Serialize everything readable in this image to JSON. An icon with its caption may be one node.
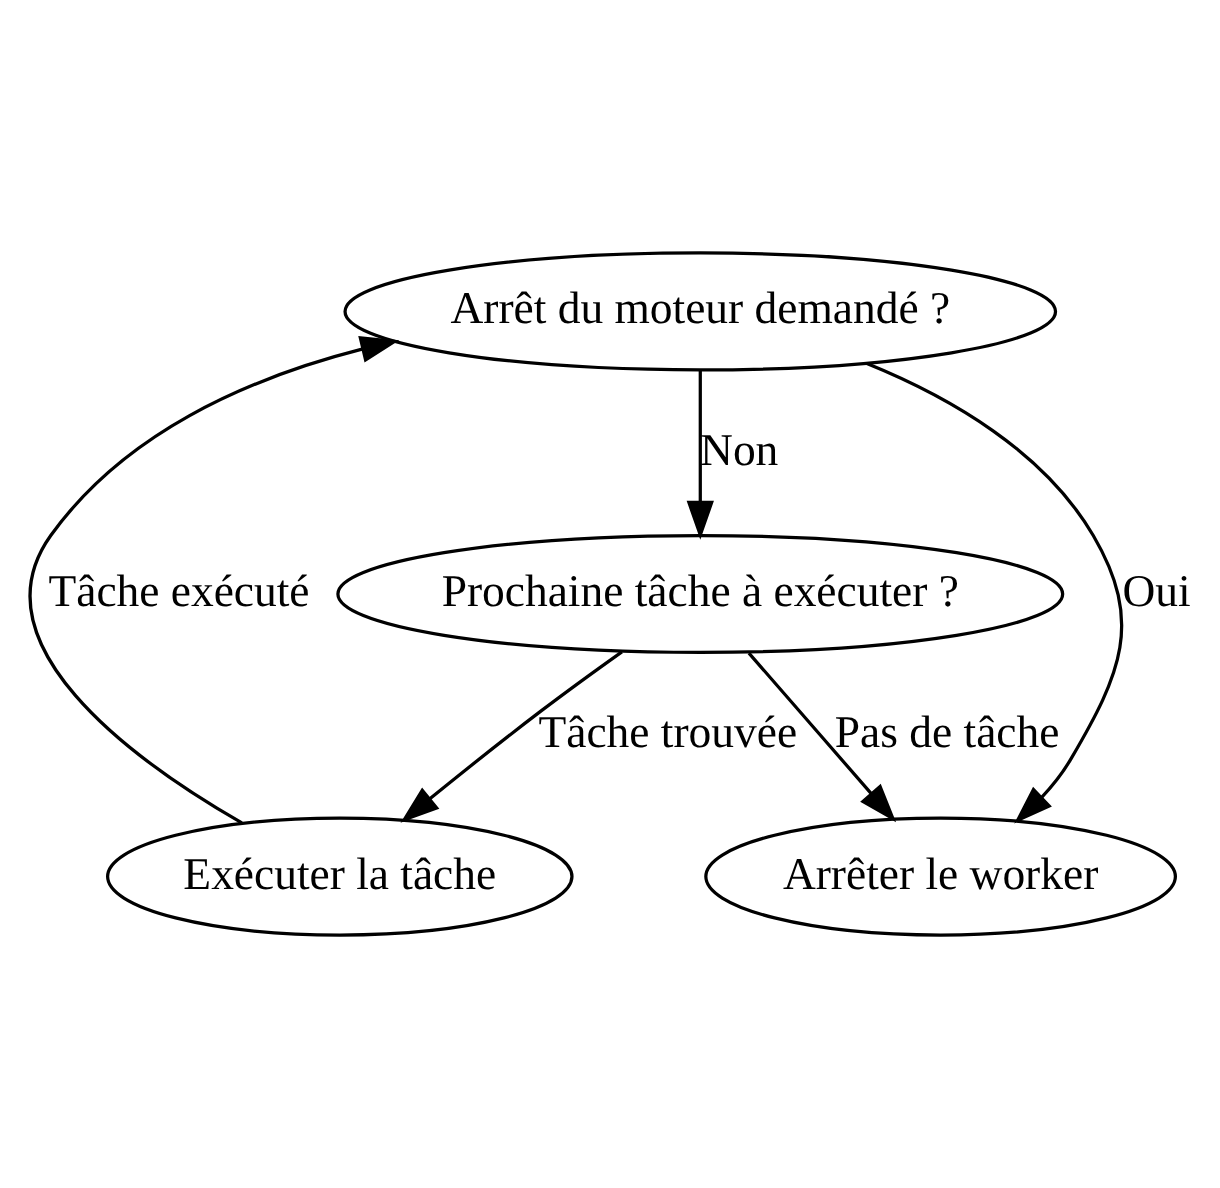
{
  "diagram": {
    "nodes": [
      {
        "text": [
          "Arrêt du moteur demandé ?"
        ]
      },
      {
        "text": [
          "Prochaine tâche à exécuter ?"
        ]
      },
      {
        "text": [
          "Exécuter la tâche"
        ]
      },
      {
        "text": [
          "Arrêter le worker"
        ]
      }
    ],
    "edges": [
      {
        "from": 0,
        "to": 1,
        "arrow": "to",
        "label": "Non"
      },
      {
        "from": 0,
        "to": 3,
        "arrow": "to",
        "label": "Oui"
      },
      {
        "from": 1,
        "to": 2,
        "arrow": "to",
        "label": "Tâche trouvée"
      },
      {
        "from": 1,
        "to": 3,
        "arrow": "to",
        "label": "Pas de tâche"
      },
      {
        "from": 2,
        "to": 0,
        "arrow": "to",
        "label": "Tâche exécuté"
      }
    ]
  }
}
